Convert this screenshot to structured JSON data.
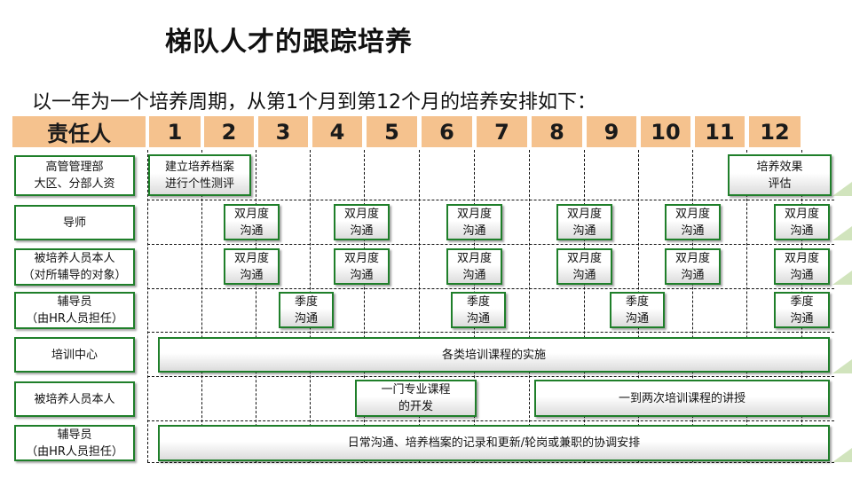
{
  "title": "梯队人才的跟踪培养",
  "subtitle": "以一年为一个培养周期，从第1个月到第12个月的培养安排如下：",
  "header": {
    "owner_label": "责任人",
    "months": [
      "1",
      "2",
      "3",
      "4",
      "5",
      "6",
      "7",
      "8",
      "9",
      "10",
      "11",
      "12"
    ]
  },
  "rows": [
    {
      "label": "高管管理部\n大区、分部人资"
    },
    {
      "label": "导师"
    },
    {
      "label": "被培养人员本人\n（对所辅导的对象）"
    },
    {
      "label": "辅导员\n（由HR人员担任）"
    },
    {
      "label": "培训中心"
    },
    {
      "label": "被培养人员本人"
    },
    {
      "label": "辅导员\n（由HR人员担任）"
    }
  ],
  "tasks": {
    "file_setup": "建立培养档案\n进行个性测评",
    "effect_eval": "培养效果\n评估",
    "bimonthly": "双月度\n沟通",
    "quarterly": "季度\n沟通",
    "courses": "各类培训课程的实施",
    "pro_course": "一门专业课程\n的开发",
    "lectures": "一到两次培训课程的讲授",
    "daily": "日常沟通、培养档案的记录和更新/轮岗或兼职的协调安排"
  }
}
